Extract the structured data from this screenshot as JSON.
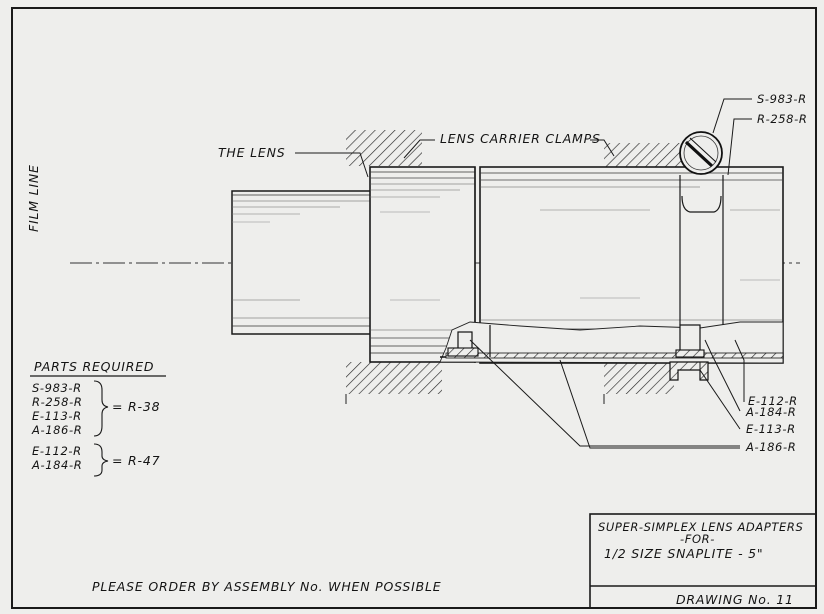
{
  "labels": {
    "film_line": "FILM LINE",
    "the_lens": "THE LENS",
    "lens_carrier_clamps": "LENS CARRIER CLAMPS"
  },
  "callouts": {
    "s983r": "S-983-R",
    "r258r": "R-258-R",
    "e112r": "E-112-R",
    "a184r": "A-184-R",
    "e113r": "E-113-R",
    "a186r": "A-186-R"
  },
  "parts": {
    "heading": "PARTS REQUIRED",
    "group1": {
      "items": [
        "S-983-R",
        "R-258-R",
        "E-113-R",
        "A-186-R"
      ],
      "assembly": "= R-38"
    },
    "group2": {
      "items": [
        "E-112-R",
        "A-184-R"
      ],
      "assembly": "= R-47"
    }
  },
  "footer": {
    "order_note": "PLEASE ORDER BY ASSEMBLY No. WHEN POSSIBLE"
  },
  "title_block": {
    "line1": "SUPER-SIMPLEX LENS ADAPTERS",
    "line2": "-FOR-",
    "line3": "1/2 SIZE SNAPLITE - 5\"",
    "drawing_no": "DRAWING No. 11"
  }
}
